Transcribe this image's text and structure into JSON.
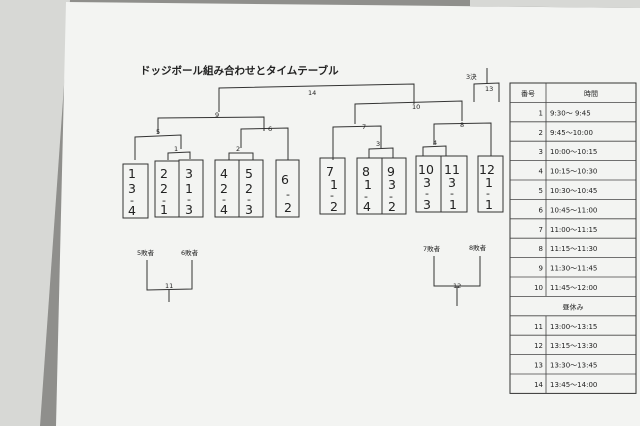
{
  "document": {
    "title": "ドッジボール組み合わせとタイムテーブル",
    "bracket": {
      "top_match": "14",
      "left_semis": "9",
      "right_semis": "10",
      "round_left": [
        "5",
        "6"
      ],
      "round_right": [
        "7",
        "8"
      ],
      "first_round": [
        "1",
        "2",
        "3",
        "4"
      ],
      "third_place_label": "3決",
      "third_place_match": "13",
      "consolation": [
        {
          "a": "5敗者",
          "b": "6敗者",
          "match": "11"
        },
        {
          "a": "7敗者",
          "b": "8敗者",
          "match": "12"
        }
      ],
      "teams": [
        {
          "top": "1",
          "mid": "3",
          "bot": "4"
        },
        {
          "top": "2",
          "mid": "2",
          "bot": "1"
        },
        {
          "top": "3",
          "mid": "1",
          "bot": "3"
        },
        {
          "top": "4",
          "mid": "2",
          "bot": "4"
        },
        {
          "top": "5",
          "mid": "2",
          "bot": "3"
        },
        {
          "top": "6",
          "mid": "",
          "bot": "2"
        },
        {
          "top": "7",
          "mid": "1",
          "bot": "2"
        },
        {
          "top": "8",
          "mid": "1",
          "bot": "4"
        },
        {
          "top": "9",
          "mid": "3",
          "bot": "2"
        },
        {
          "top": "10",
          "mid": "3",
          "bot": "3"
        },
        {
          "top": "11",
          "mid": "3",
          "bot": "1"
        },
        {
          "top": "12",
          "mid": "1",
          "bot": "1"
        }
      ]
    },
    "timetable": {
      "headers": [
        "番号",
        "時間"
      ],
      "rows": [
        {
          "no": "1",
          "time": "9:30～ 9:45"
        },
        {
          "no": "2",
          "time": "9:45～10:00"
        },
        {
          "no": "3",
          "time": "10:00～10:15"
        },
        {
          "no": "4",
          "time": "10:15～10:30"
        },
        {
          "no": "5",
          "time": "10:30～10:45"
        },
        {
          "no": "6",
          "time": "10:45～11:00"
        },
        {
          "no": "7",
          "time": "11:00～11:15"
        },
        {
          "no": "8",
          "time": "11:15～11:30"
        },
        {
          "no": "9",
          "time": "11:30～11:45"
        },
        {
          "no": "10",
          "time": "11:45～12:00"
        },
        {
          "no": "",
          "time": "昼休み"
        },
        {
          "no": "11",
          "time": "13:00～13:15"
        },
        {
          "no": "12",
          "time": "13:15～13:30"
        },
        {
          "no": "13",
          "time": "13:30～13:45"
        },
        {
          "no": "14",
          "time": "13:45～14:00"
        }
      ]
    }
  }
}
